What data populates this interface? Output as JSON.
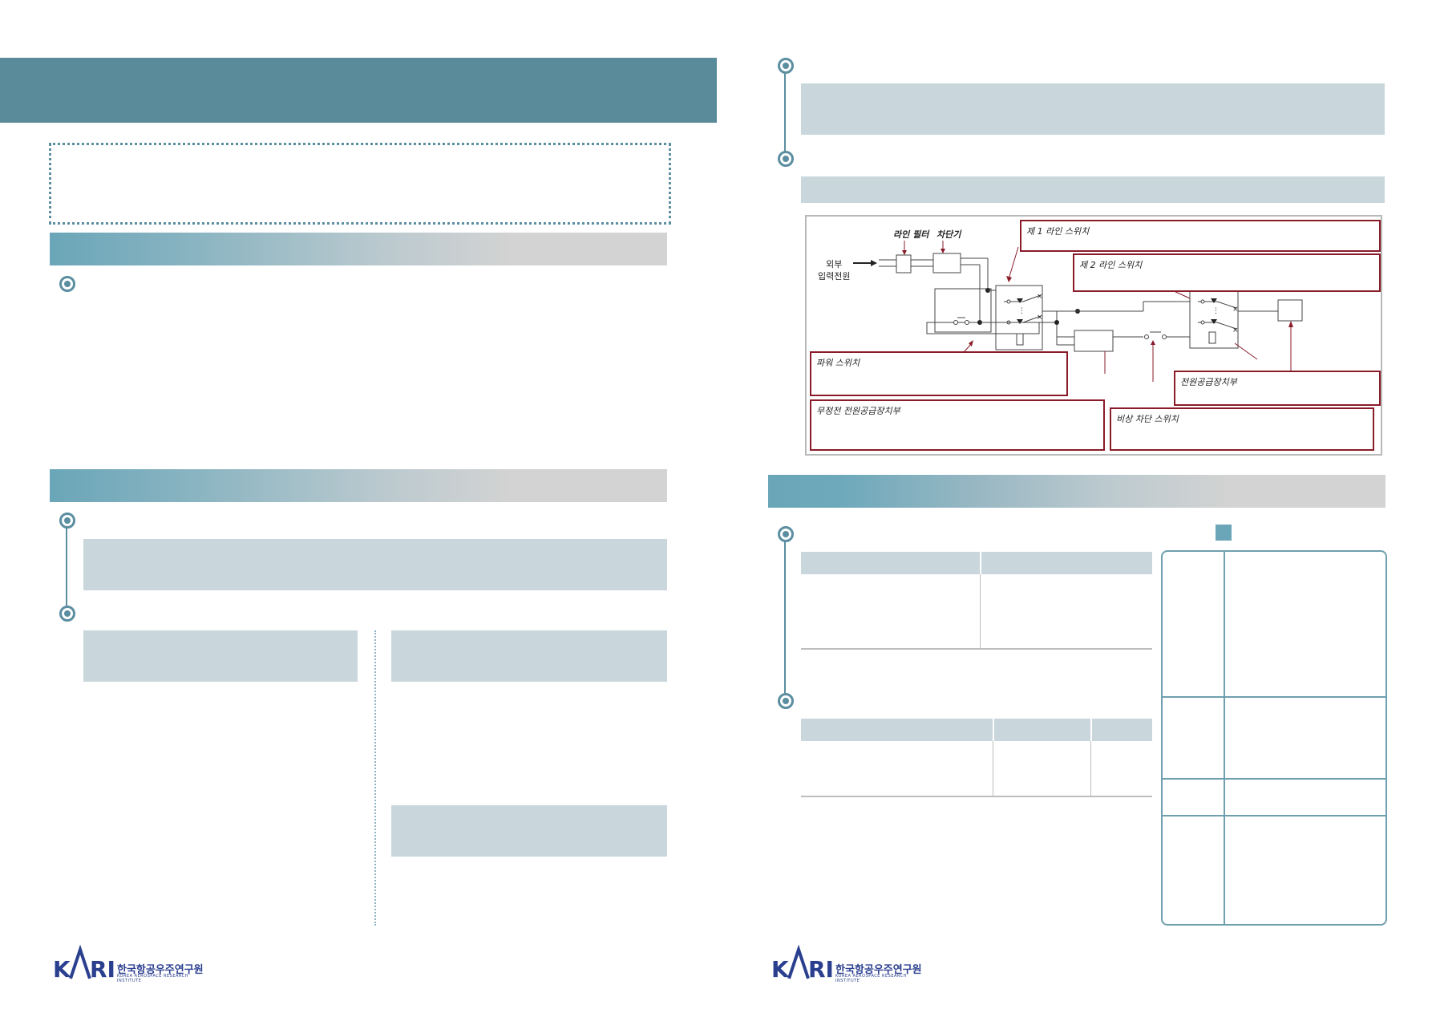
{
  "diagram": {
    "labels": {
      "line_filter": "라인  필터",
      "breaker": "차단기",
      "external_input": "외부\n입력전원",
      "line1_switch": "제 1 라인  스위치",
      "line2_switch": "제 2 라인  스위치",
      "power_switch": "파워  스위치",
      "ups_unit": "무정전  전원공급장치부",
      "psu_unit": "전원공급장치부",
      "emergency_switch": "비상  차단  스위치"
    }
  },
  "logo": {
    "mark": "K/\\RI",
    "korean": "한국항공우주연구원",
    "english": "KOREA AEROSPACE RESEARCH INSTITUTE"
  },
  "colors": {
    "accent": "#5a8b9a",
    "panel": "#c9d7dd",
    "diagram_red": "#8a1c2a",
    "logo_blue": "#2b3f8f"
  }
}
